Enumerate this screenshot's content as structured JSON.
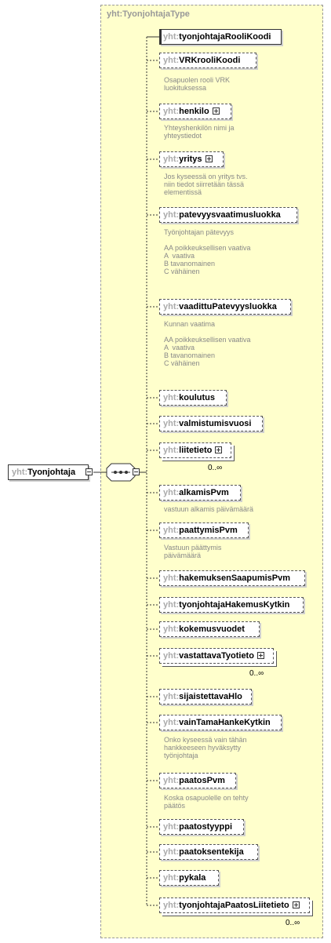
{
  "type_title": "yht:TyonjohtajaType",
  "root": {
    "prefix": "yht:",
    "name": "Tyonjohtaja"
  },
  "elements": [
    {
      "prefix": "yht:",
      "name": "tyonjohtajaRooliKoodi"
    },
    {
      "prefix": "yht:",
      "name": "VRKrooliKoodi",
      "doc": "Osapuolen rooli VRK\nluokituksessa"
    },
    {
      "prefix": "yht:",
      "name": "henkilo",
      "doc": "Yhteyshenkilön nimi ja\nyhteystiedot"
    },
    {
      "prefix": "yht:",
      "name": "yritys",
      "doc": "Jos kyseessä on yritys tvs.\nniin tiedot siirretään tässä\nelementissä"
    },
    {
      "prefix": "yht:",
      "name": "patevyysvaatimusluokka",
      "doc": "Työnjohtajan pätevyys\n\nAA poikkeuksellisen vaativa\nA  vaativa\nB tavanomainen\nC vähäinen"
    },
    {
      "prefix": "yht:",
      "name": "vaadittuPatevyysluokka",
      "doc": "Kunnan vaatima\n\nAA poikkeuksellisen vaativa\nA  vaativa\nB tavanomainen\nC vähäinen"
    },
    {
      "prefix": "yht:",
      "name": "koulutus"
    },
    {
      "prefix": "yht:",
      "name": "valmistumisvuosi"
    },
    {
      "prefix": "yht:",
      "name": "liitetieto",
      "mult": "0..∞"
    },
    {
      "prefix": "yht:",
      "name": "alkamisPvm",
      "doc": "vastuun alkamis päivämäärä"
    },
    {
      "prefix": "yht:",
      "name": "paattymisPvm",
      "doc": "Vastuun päättymis\npäivämäärä"
    },
    {
      "prefix": "yht:",
      "name": "hakemuksenSaapumisPvm"
    },
    {
      "prefix": "yht:",
      "name": "tyonjohtajaHakemusKytkin"
    },
    {
      "prefix": "yht:",
      "name": "kokemusvuodet"
    },
    {
      "prefix": "yht:",
      "name": "vastattavaTyotieto",
      "mult": "0..∞"
    },
    {
      "prefix": "yht:",
      "name": "sijaistettavaHlo"
    },
    {
      "prefix": "yht:",
      "name": "vainTamaHankeKytkin",
      "doc": "Onko kyseessä vain tähän\nhankkeeseen hyväksytty\ntyönjohtaja"
    },
    {
      "prefix": "yht:",
      "name": "paatosPvm",
      "doc": "Koska osapuolelle on tehty\npäätös"
    },
    {
      "prefix": "yht:",
      "name": "paatostyyppi"
    },
    {
      "prefix": "yht:",
      "name": "paatoksentekija"
    },
    {
      "prefix": "yht:",
      "name": "pykala"
    },
    {
      "prefix": "yht:",
      "name": "tyonjohtajaPaatosLiitetieto",
      "mult": "0..∞"
    }
  ]
}
